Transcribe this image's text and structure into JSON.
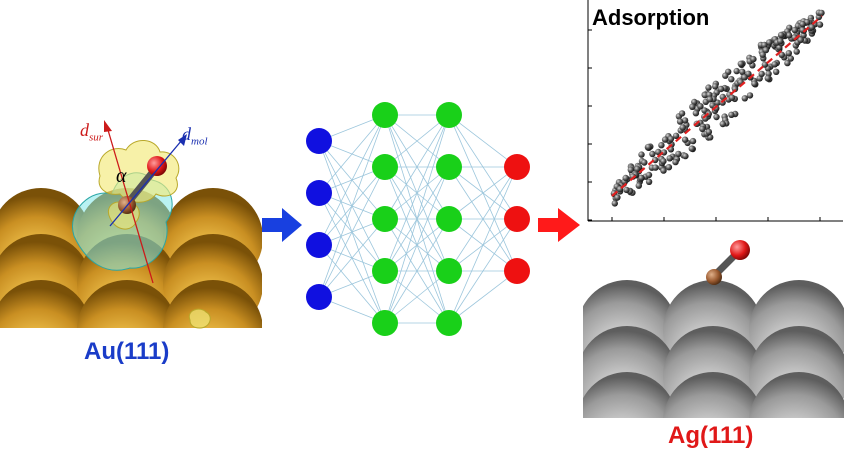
{
  "colors": {
    "gold": "#d9a234",
    "silver": "#a8a8a8",
    "input_node": "#1010e0",
    "hidden_node": "#19d019",
    "output_node": "#ee1111",
    "arrow_blue": "#1840e0",
    "arrow_red": "#ff1a1a",
    "label_au": "#1a3cc8",
    "label_ag": "#e01818",
    "fit_line": "#e02020",
    "vector_sur": "#cc1a1a",
    "vector_mol": "#1a2fb0"
  },
  "left_panel": {
    "surface_label": "Au(111)",
    "vector_surface_base": "d",
    "vector_surface_sub": "sur",
    "vector_molecule_base": "d",
    "vector_molecule_sub": "mol",
    "angle_symbol": "α"
  },
  "network": {
    "layers": [
      4,
      5,
      5,
      3
    ]
  },
  "plot": {
    "title": "Adsorption"
  },
  "right_panel": {
    "surface_label": "Ag(111)"
  }
}
